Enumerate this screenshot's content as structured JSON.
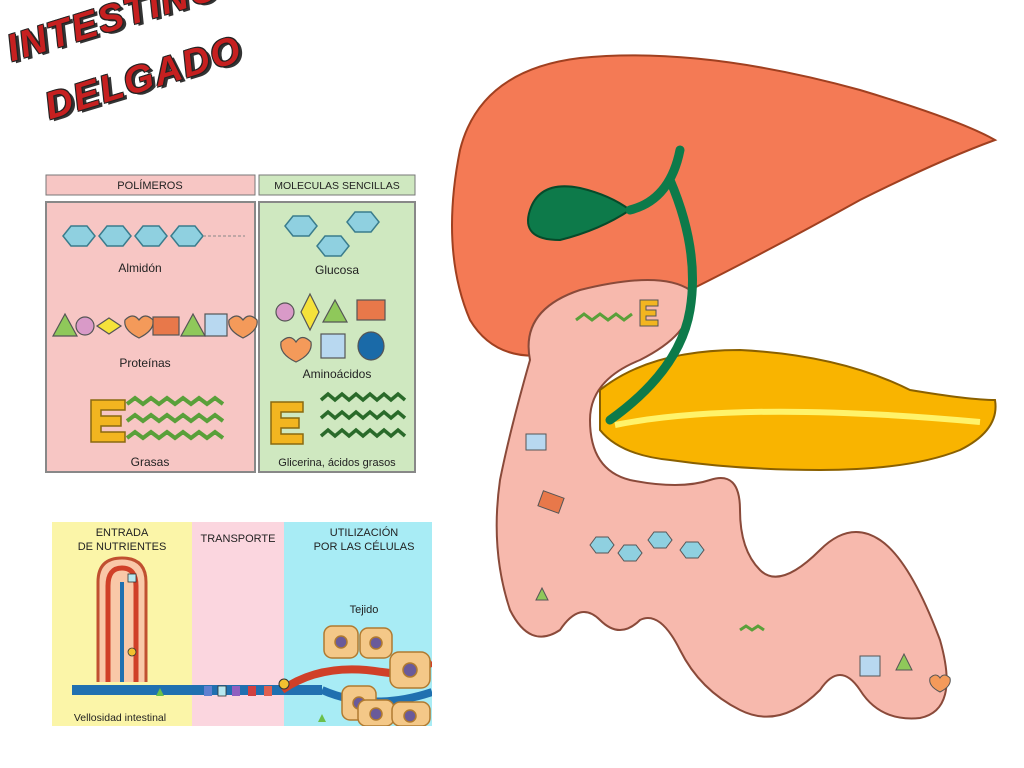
{
  "title": {
    "line1": "INTESTINO",
    "line2": "DELGADO"
  },
  "polymers_panel": {
    "header_left": "POLÍMEROS",
    "header_right": "MOLECULAS SENCILLAS",
    "left_labels": [
      "Almidón",
      "Proteínas",
      "Grasas"
    ],
    "right_labels": [
      "Glucosa",
      "Aminoácidos",
      "Glicerina, ácidos grasos"
    ],
    "colors": {
      "left_bg": "#f7c6c4",
      "right_bg": "#cfe8c0",
      "header_bg": "#f7c6c4",
      "header_right_bg": "#cfe8c0"
    }
  },
  "nutrients_panel": {
    "col1_title_l1": "ENTRADA",
    "col1_title_l2": "DE NUTRIENTES",
    "col2_title": "TRANSPORTE",
    "col3_title_l1": "UTILIZACIÓN",
    "col3_title_l2": "POR LAS CÉLULAS",
    "tissue_label": "Tejido",
    "villus_label": "Vellosidad intestinal",
    "colors": {
      "col1": "#fbf5a8",
      "col2": "#fbd6df",
      "col3": "#a8ecf5"
    }
  },
  "illustration": {
    "colors": {
      "liver": "#f47a55",
      "gallbladder": "#0d7a4a",
      "pancreas": "#f9b400",
      "intestine": "#f7b9ad"
    }
  }
}
